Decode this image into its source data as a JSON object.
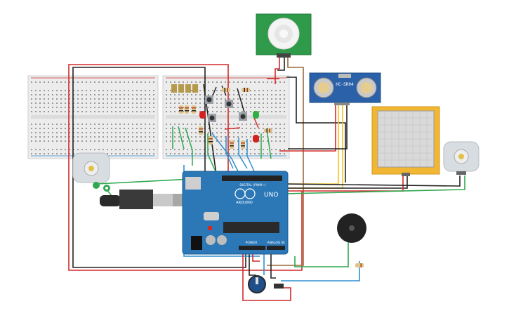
{
  "colors": {
    "wire_red": "#d22a2a",
    "wire_black": "#222222",
    "wire_green": "#2fa84f",
    "wire_blue": "#2f8fd0",
    "wire_yellow": "#f2c31a",
    "wire_brown": "#9a6b3a",
    "arduino_board": "#2c78b7",
    "pir_board": "#2e9a4a",
    "lcd_frame": "#f1b632",
    "sonar_board": "#2a61a8",
    "breadboard": "#ececec"
  },
  "components": {
    "arduino": {
      "brand": "ARDUINO",
      "model": "UNO",
      "digital_label": "DIGITAL (PWM~)",
      "power_label": "POWER",
      "analog_label": "ANALOG IN"
    },
    "ultrasonic": {
      "label": "HC-SR04"
    },
    "pir": {
      "icon": "pir-dome-icon"
    },
    "motor_left": {
      "icon": "dc-motor-icon"
    },
    "motor_right": {
      "icon": "dc-motor-icon"
    },
    "buzzer": {
      "icon": "piezo-buzzer-icon"
    },
    "potentiometer": {
      "icon": "potentiometer-icon"
    },
    "usb": {
      "icon": "usb-plug-icon"
    },
    "leds": {
      "red1": "#d32020",
      "green1": "#30b040",
      "red2": "#d32020"
    }
  }
}
